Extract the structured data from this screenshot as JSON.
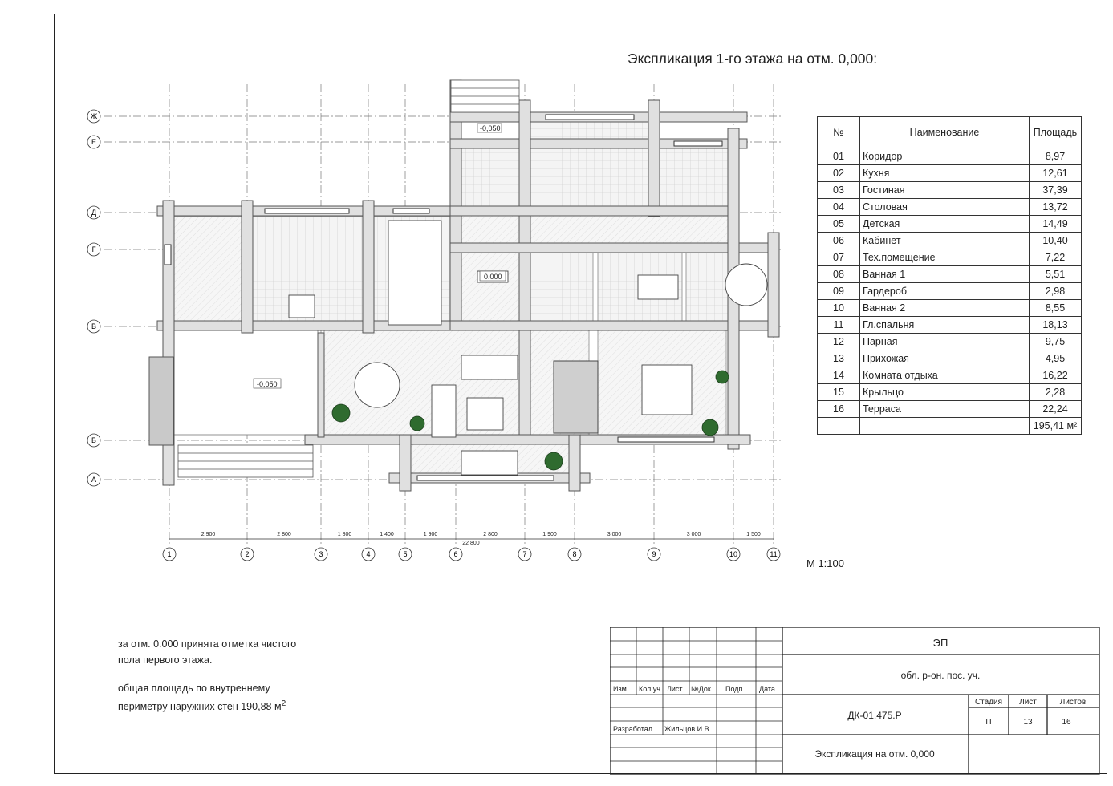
{
  "title": "Экспликация 1-го этажа на отм. 0,000:",
  "scale": "М 1:100",
  "notes": {
    "line1": "за отм. 0.000 принята отметка чистого",
    "line2": "пола первого этажа.",
    "line3": "общая площадь по внутреннему",
    "line4_prefix": "периметру наружних стен 190,88 м",
    "line4_sup": "2"
  },
  "table": {
    "headers": {
      "num": "№",
      "name": "Наименование",
      "area": "Площадь"
    },
    "rows": [
      {
        "num": "01",
        "name": "Коридор",
        "area": "8,97"
      },
      {
        "num": "02",
        "name": "Кухня",
        "area": "12,61"
      },
      {
        "num": "03",
        "name": "Гостиная",
        "area": "37,39"
      },
      {
        "num": "04",
        "name": "Столовая",
        "area": "13,72"
      },
      {
        "num": "05",
        "name": "Детская",
        "area": "14,49"
      },
      {
        "num": "06",
        "name": "Кабинет",
        "area": "10,40"
      },
      {
        "num": "07",
        "name": "Тех.помещение",
        "area": "7,22"
      },
      {
        "num": "08",
        "name": "Ванная 1",
        "area": "5,51"
      },
      {
        "num": "09",
        "name": "Гардероб",
        "area": "2,98"
      },
      {
        "num": "10",
        "name": "Ванная 2",
        "area": "8,55"
      },
      {
        "num": "11",
        "name": "Гл.спальня",
        "area": "18,13"
      },
      {
        "num": "12",
        "name": "Парная",
        "area": "9,75"
      },
      {
        "num": "13",
        "name": "Прихожая",
        "area": "4,95"
      },
      {
        "num": "14",
        "name": "Комната отдыха",
        "area": "16,22"
      },
      {
        "num": "15",
        "name": "Крыльцо",
        "area": "2,28"
      },
      {
        "num": "16",
        "name": "Терраса",
        "area": "22,24"
      }
    ],
    "total": "195,41 м²"
  },
  "stamp": {
    "org": "ЭП",
    "address": "обл. р-он. пос. уч.",
    "code": "ДК-01.475.Р",
    "sheet_title": "Экспликация на отм. 0,000",
    "col_izm": "Изм.",
    "col_koluch": "Кол.уч.",
    "col_list": "Лист",
    "col_ndok": "№Док.",
    "col_podp": "Подп.",
    "col_data": "Дата",
    "razrab_label": "Разработал",
    "razrab_name": "Жильцов И.В.",
    "stadia_label": "Стадия",
    "list_label": "Лист",
    "listov_label": "Листов",
    "stadia": "П",
    "list": "13",
    "listov": "16"
  },
  "axes": {
    "rows": [
      "Ж",
      "Е",
      "Д",
      "Г",
      "В",
      "Б",
      "А"
    ],
    "cols": [
      "1",
      "2",
      "3",
      "4",
      "5",
      "6",
      "7",
      "8",
      "9",
      "10",
      "11"
    ],
    "col_dims": [
      "2 900",
      "2 800",
      "1 800",
      "1 400",
      "1 900",
      "2 800",
      "1 900",
      "3 000",
      "3 000",
      "1 500"
    ],
    "overall": "22 800"
  },
  "marks": {
    "zero": "0.000",
    "terrace": "-0,050",
    "porch": "-0,050"
  }
}
